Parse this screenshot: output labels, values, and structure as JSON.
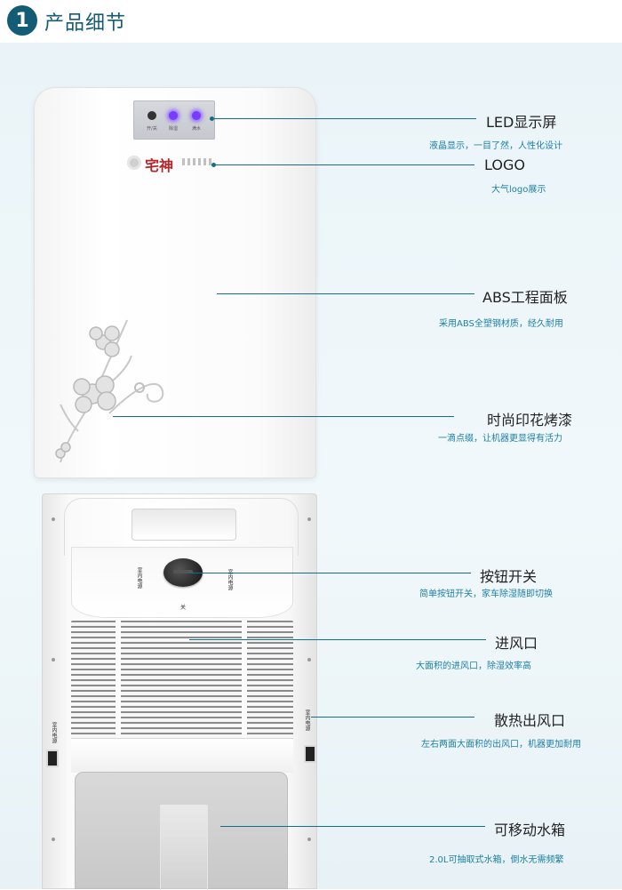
{
  "header": {
    "number": "1",
    "title": "产品细节"
  },
  "product": {
    "led_labels": [
      "开/关",
      "除湿",
      "满水"
    ],
    "logo_text": "宅神",
    "control_left": "室内电源",
    "control_right": "室内电源",
    "control_bottom": "关",
    "side_left": "室内电源",
    "side_right": "室内电源"
  },
  "callouts": [
    {
      "title": "LED显示屏",
      "desc": "液晶显示，一目了然，人性化设计"
    },
    {
      "title": "LOGO",
      "desc": "大气logo展示"
    },
    {
      "title": "ABS工程面板",
      "desc": "采用ABS全塑钢材质，经久耐用"
    },
    {
      "title": "时尚印花烤漆",
      "desc": "一滴点缀，让机器更显得有活力"
    },
    {
      "title": "按钮开关",
      "desc": "简单按钮开关，家车除湿随即切换"
    },
    {
      "title": "进风口",
      "desc": "大面积的进风口，除湿效率高"
    },
    {
      "title": "散热出风口",
      "desc": "左右两面大面积的出风口，机器更加耐用"
    },
    {
      "title": "可移动水箱",
      "desc": "2.0L可抽取式水箱，倒水无需频繁"
    }
  ],
  "colors": {
    "accent": "#145b75",
    "line": "#146e8a",
    "desc_text": "#1e80a6",
    "logo_red": "#b3262b"
  }
}
